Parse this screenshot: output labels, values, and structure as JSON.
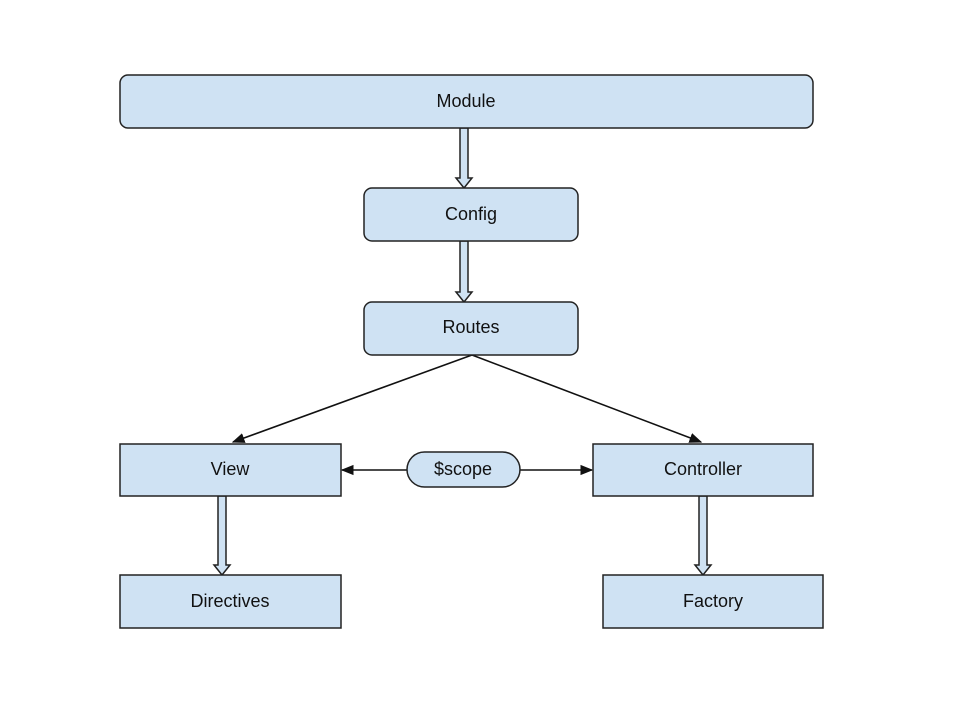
{
  "colors": {
    "node_fill": "#cfe2f3",
    "node_stroke": "#222222",
    "edge_stroke": "#111111",
    "background": "#ffffff"
  },
  "nodes": {
    "module": {
      "label": "Module"
    },
    "config": {
      "label": "Config"
    },
    "routes": {
      "label": "Routes"
    },
    "view": {
      "label": "View"
    },
    "scope": {
      "label": "$scope"
    },
    "controller": {
      "label": "Controller"
    },
    "directives": {
      "label": "Directives"
    },
    "factory": {
      "label": "Factory"
    }
  },
  "edges": [
    {
      "from": "module",
      "to": "config",
      "style": "block-arrow"
    },
    {
      "from": "config",
      "to": "routes",
      "style": "block-arrow"
    },
    {
      "from": "routes",
      "to": "view",
      "style": "line-arrow"
    },
    {
      "from": "routes",
      "to": "controller",
      "style": "line-arrow"
    },
    {
      "from": "scope",
      "to": "view",
      "style": "line-arrow"
    },
    {
      "from": "scope",
      "to": "controller",
      "style": "line-arrow"
    },
    {
      "from": "view",
      "to": "directives",
      "style": "block-arrow"
    },
    {
      "from": "controller",
      "to": "factory",
      "style": "block-arrow"
    }
  ]
}
